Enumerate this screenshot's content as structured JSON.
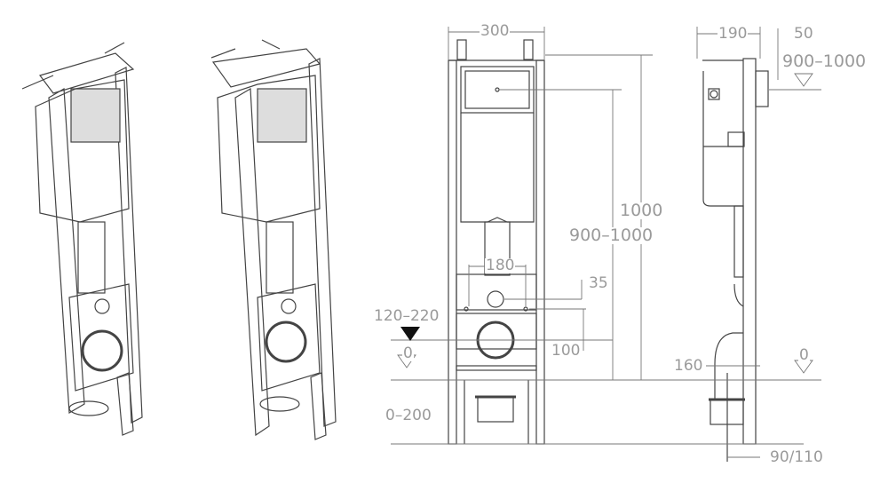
{
  "title": "Wall-hung toilet installation frame dimensions",
  "front_view": {
    "width": "300",
    "height_total": "1000",
    "flush_height": "900–1000",
    "bolt_spacing": "180",
    "inlet_offset": "35",
    "outlet_height": "120–220",
    "outlet_to_bolts": "100",
    "floor_level": "0",
    "leg_adjust": "0–200"
  },
  "side_view": {
    "depth": "190",
    "panel_offset": "50",
    "flush_height": "900–1000",
    "floor_level": "0",
    "outlet_offset": "160",
    "drain_diameter": "90/110"
  },
  "colors": {
    "line": "#444444",
    "dim": "#9a9a9a"
  }
}
